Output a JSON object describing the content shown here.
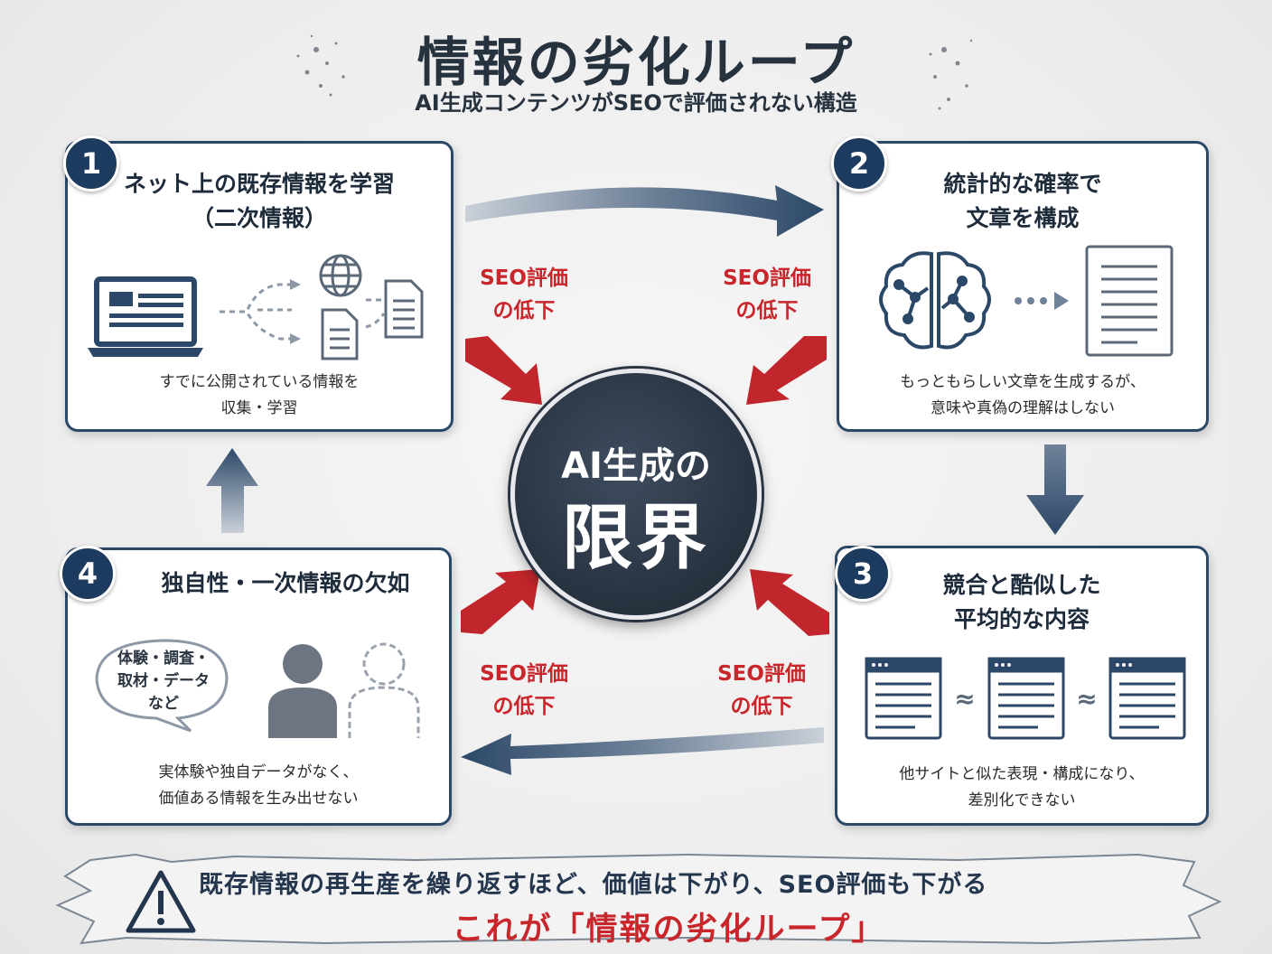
{
  "header": {
    "title": "情報の劣化ループ",
    "subtitle": "AI生成コンテンツがSEOで評価されない構造"
  },
  "center": {
    "line1": "AI生成の",
    "line2": "限界"
  },
  "seo_label": {
    "tl": [
      "SEO評価",
      "の低下"
    ],
    "tr": [
      "SEO評価",
      "の低下"
    ],
    "bl": [
      "SEO評価",
      "の低下"
    ],
    "br": [
      "SEO評価",
      "の低下"
    ]
  },
  "cards": [
    {
      "number": "1",
      "title_lines": [
        "ネット上の既存情報を学習",
        "（二次情報）"
      ],
      "desc_lines": [
        "すでに公開されている情報を",
        "収集・学習"
      ]
    },
    {
      "number": "2",
      "title_lines": [
        "統計的な確率で",
        "文章を構成"
      ],
      "desc_lines": [
        "もっともらしい文章を生成するが、",
        "意味や真偽の理解はしない"
      ]
    },
    {
      "number": "3",
      "title_lines": [
        "競合と酷似した",
        "平均的な内容"
      ],
      "desc_lines": [
        "他サイトと似た表現・構成になり、",
        "差別化できない"
      ],
      "approx": "≈"
    },
    {
      "number": "4",
      "title_lines": [
        "独自性・一次情報の欠如"
      ],
      "desc_lines": [
        "実体験や独自データがなく、",
        "価値ある情報を生み出せない"
      ],
      "bubble_lines": [
        "体験・調査・",
        "取材・データ",
        "など"
      ]
    }
  ],
  "footer": {
    "line1": "既存情報の再生産を繰り返すほど、価値は下がり、SEO評価も下がる",
    "line2": "これが「情報の劣化ループ」"
  },
  "colors": {
    "navy": "#1d3b5e",
    "red": "#c8262b",
    "dark": "#27323f"
  }
}
